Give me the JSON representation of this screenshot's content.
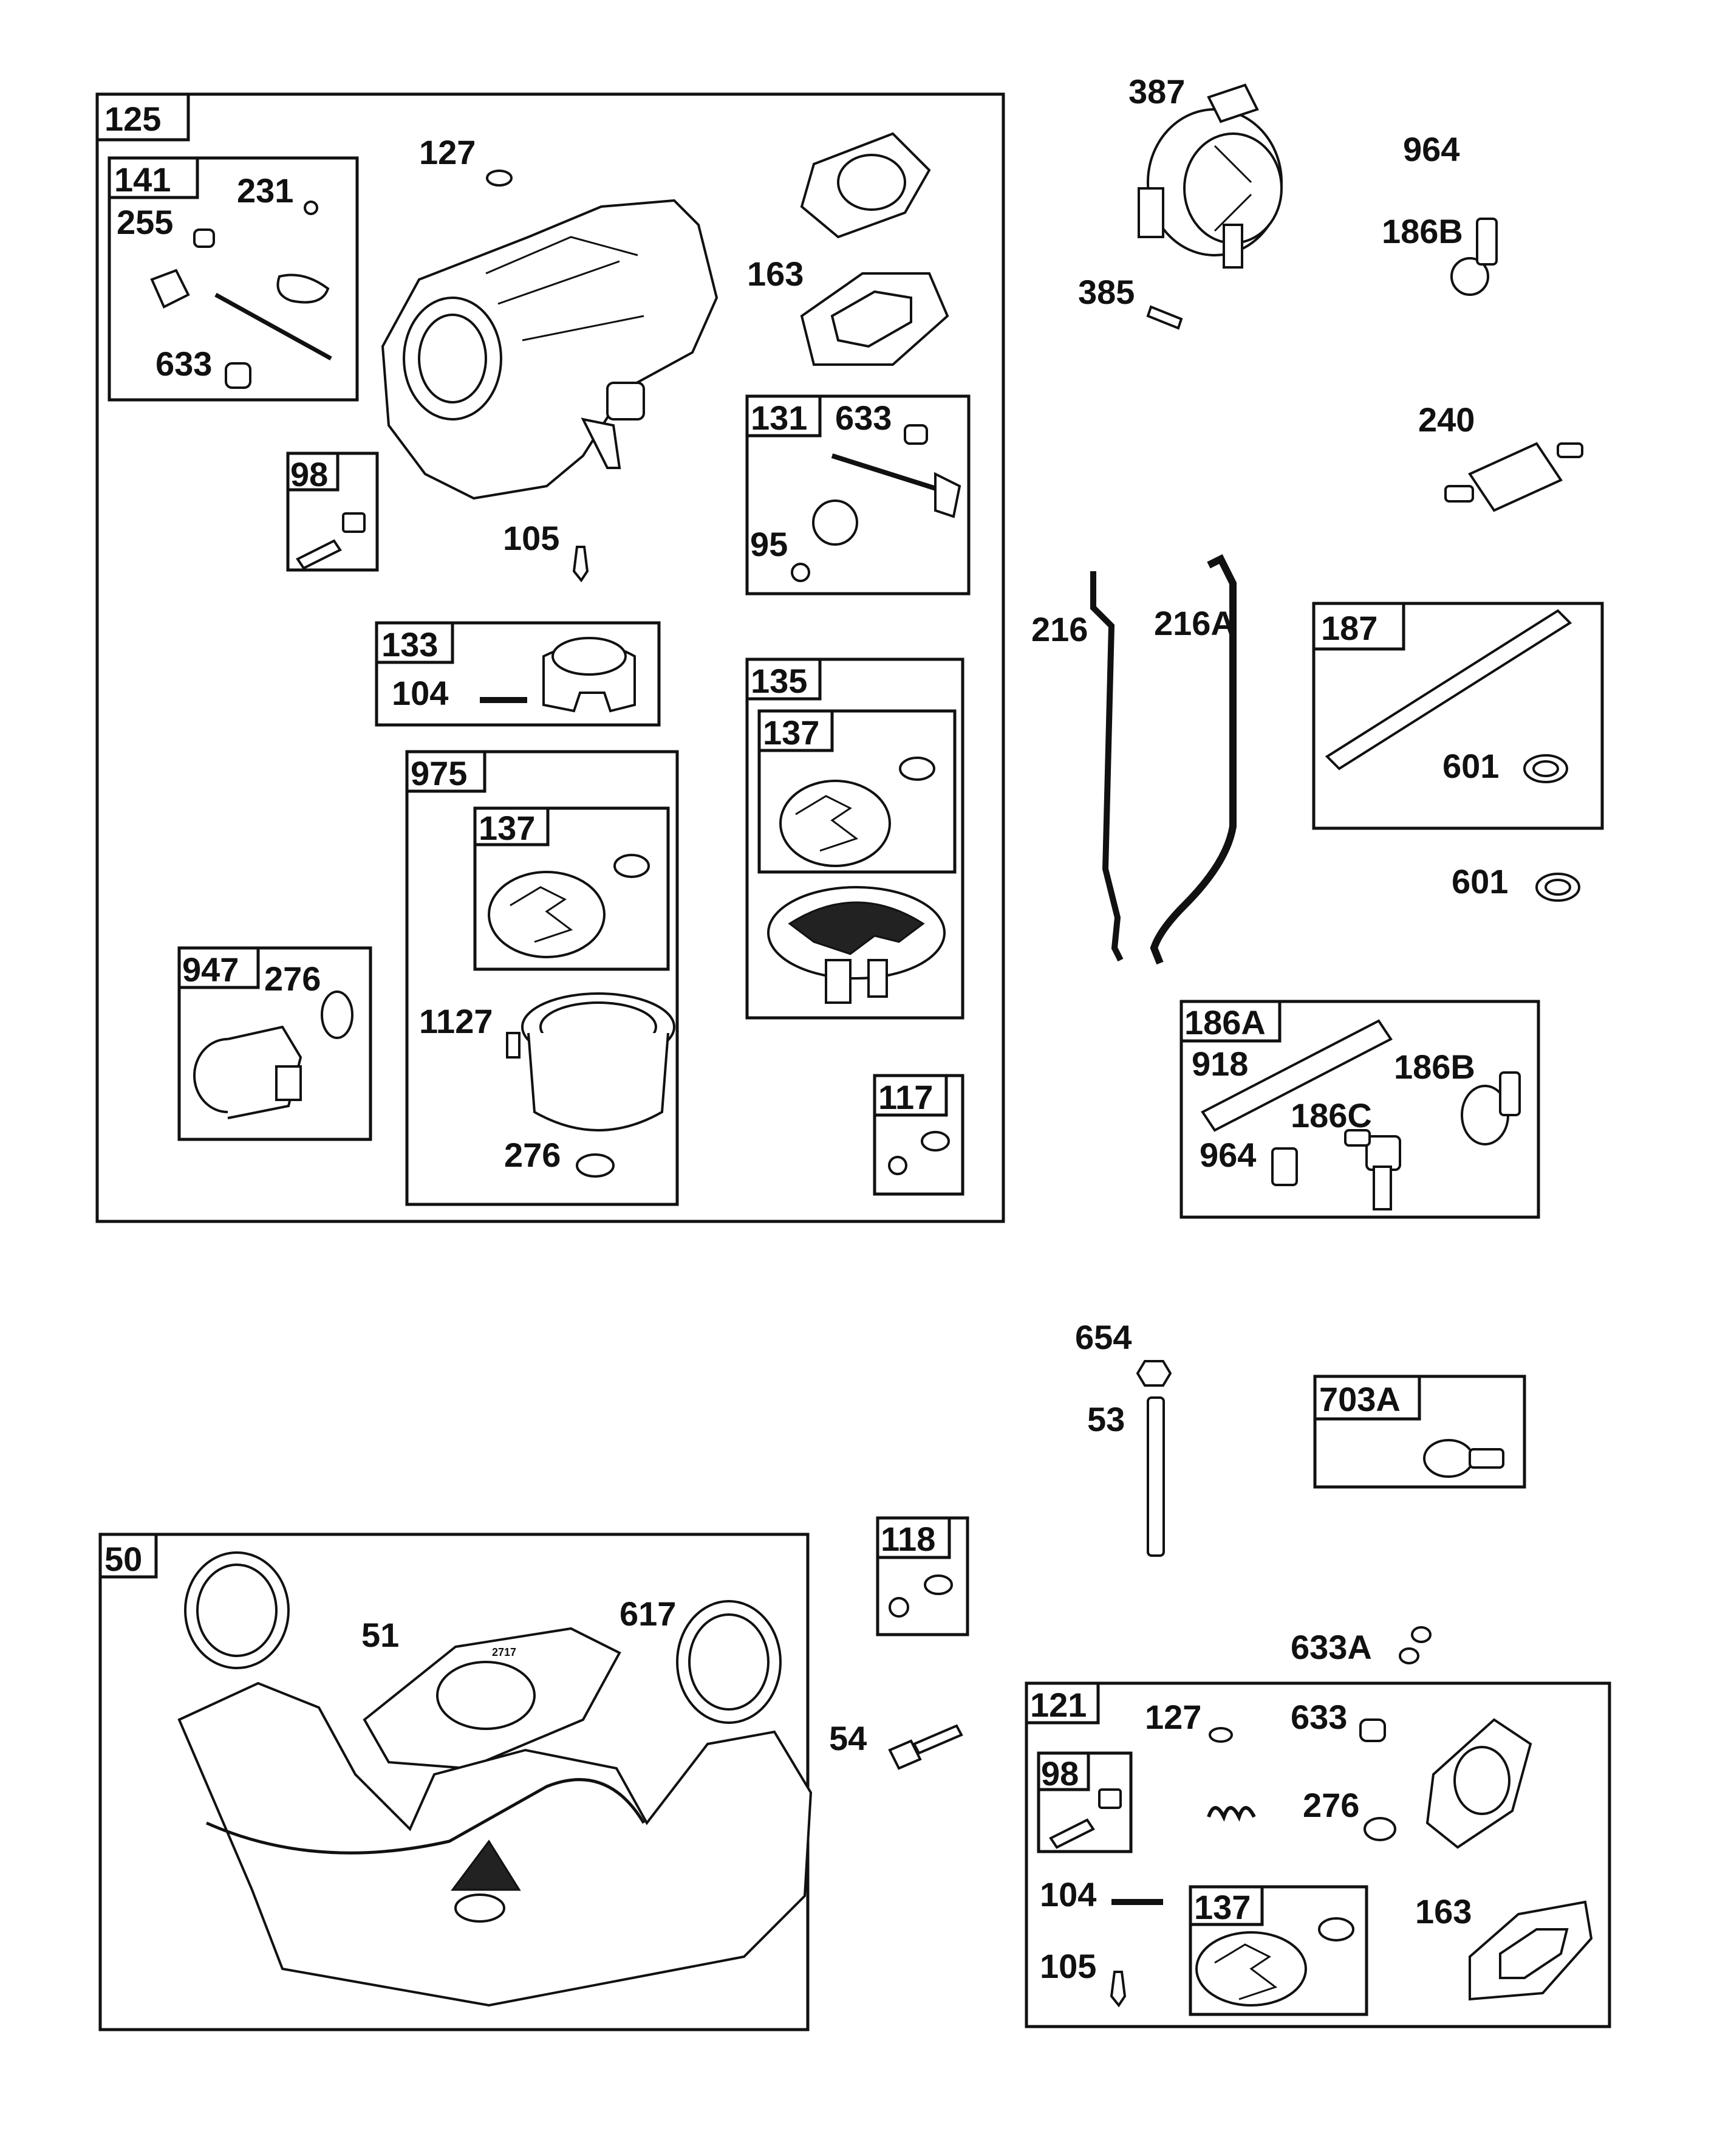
{
  "groups": {
    "g125": "125",
    "g141": "141",
    "g98a": "98",
    "g131": "131",
    "g133": "133",
    "g135": "135",
    "g137a": "137",
    "g975": "975",
    "g137b": "137",
    "g947": "947",
    "g117": "117",
    "g187": "187",
    "g186A": "186A",
    "g703A": "703A",
    "g50": "50",
    "g118": "118",
    "g121": "121",
    "g98b": "98",
    "g137c": "137"
  },
  "labels": {
    "l127a": "127",
    "l231": "231",
    "l255": "255",
    "l633a": "633",
    "l163a": "163",
    "l105a": "105",
    "l633b": "633",
    "l95": "95",
    "l104a": "104",
    "l276a": "276",
    "l1127": "1127",
    "l276b": "276",
    "l387": "387",
    "l964a": "964",
    "l186Ba": "186B",
    "l385": "385",
    "l240": "240",
    "l216": "216",
    "l216A": "216A",
    "l601a": "601",
    "l601b": "601",
    "l918": "918",
    "l186Bb": "186B",
    "l186C": "186C",
    "l964b": "964",
    "l654": "654",
    "l53": "53",
    "l51": "51",
    "l617": "617",
    "l54": "54",
    "l633A": "633A",
    "l127b": "127",
    "l633c": "633",
    "l276c": "276",
    "l104b": "104",
    "l105b": "105",
    "l163b": "163",
    "stamp": "2717"
  }
}
